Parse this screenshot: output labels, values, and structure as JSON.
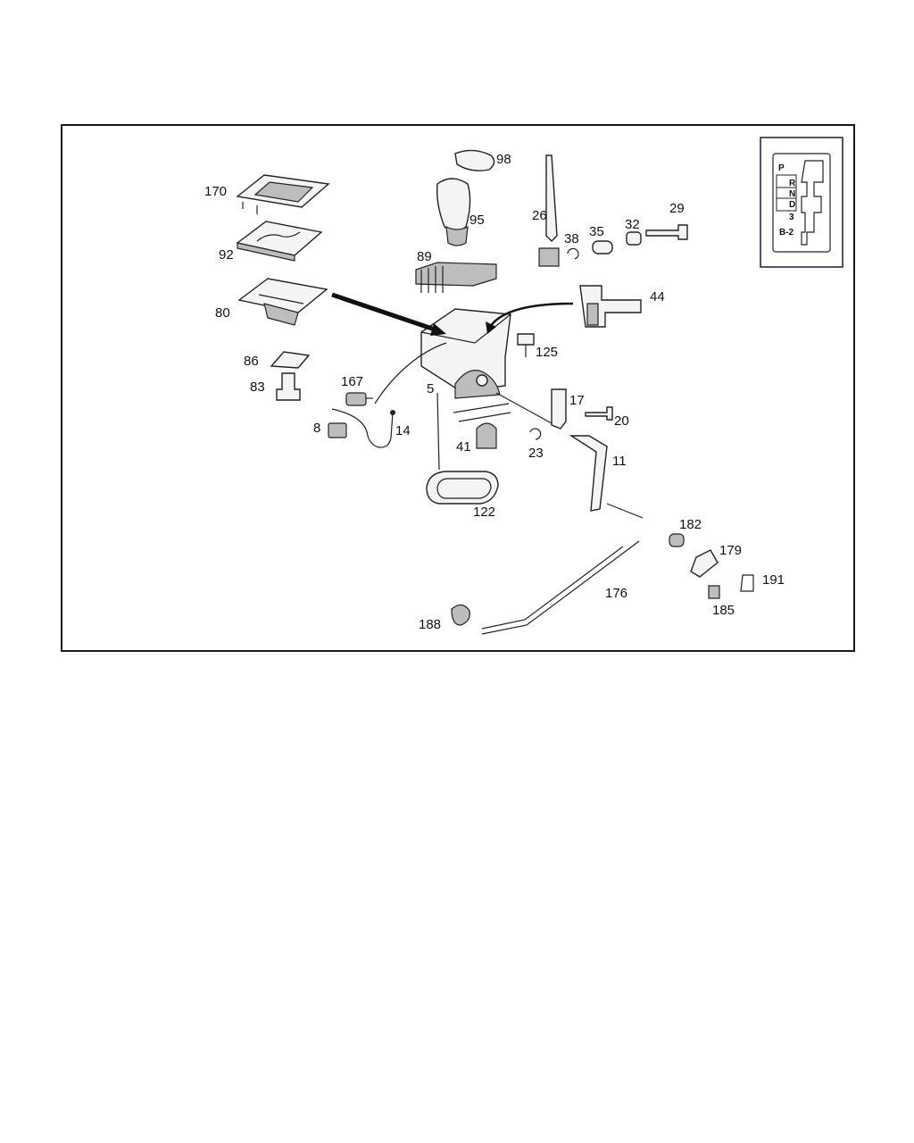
{
  "labels": {
    "p170": "170",
    "p92": "92",
    "p80": "80",
    "p86": "86",
    "p83": "83",
    "p167": "167",
    "p8": "8",
    "p14": "14",
    "p98": "98",
    "p95": "95",
    "p89": "89",
    "p26": "26",
    "p38": "38",
    "p35": "35",
    "p32": "32",
    "p29": "29",
    "p44": "44",
    "p125": "125",
    "p5": "5",
    "p17": "17",
    "p20": "20",
    "p41": "41",
    "p23": "23",
    "p11": "11",
    "p122": "122",
    "p182": "182",
    "p179": "179",
    "p191": "191",
    "p176": "176",
    "p185": "185",
    "p188": "188"
  },
  "gate_positions": [
    "P",
    "R",
    "N",
    "D",
    "3",
    "B-2"
  ],
  "colors": {
    "ink": "#222222",
    "frame": "#1a1a1a",
    "gate_border": "#1f2a5c"
  }
}
